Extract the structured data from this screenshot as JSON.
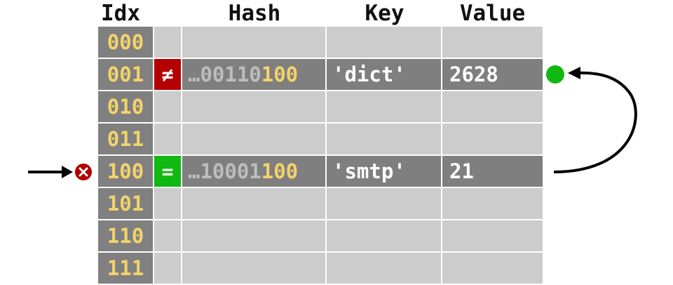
{
  "headers": {
    "idx": "Idx",
    "hash": "Hash",
    "key": "Key",
    "value": "Value"
  },
  "rows": [
    {
      "idx": "000"
    },
    {
      "idx": "001",
      "cmp": "≠",
      "hash_prefix": "…00110",
      "hash_suffix": "100",
      "key": "'dict'",
      "value": "2628"
    },
    {
      "idx": "010"
    },
    {
      "idx": "011"
    },
    {
      "idx": "100",
      "cmp": "=",
      "hash_prefix": "…10001",
      "hash_suffix": "100",
      "key": "'smtp'",
      "value": "21"
    },
    {
      "idx": "101"
    },
    {
      "idx": "110"
    },
    {
      "idx": "111"
    }
  ],
  "colors": {
    "idx_text": "#f3d36b",
    "hash_suffix": "#f3d36b",
    "hash_prefix": "#bdbdbd",
    "cell_empty": "#cccccc",
    "cell_filled": "#7f7f7f",
    "mismatch": "#b30000",
    "match": "#11b811",
    "success_dot": "#11b811",
    "fail_marker": "#b30000"
  },
  "icons": {
    "start_marker": "red-x-circle-icon",
    "end_marker": "green-dot-icon",
    "probe_arrow": "curved-arrow-icon"
  }
}
